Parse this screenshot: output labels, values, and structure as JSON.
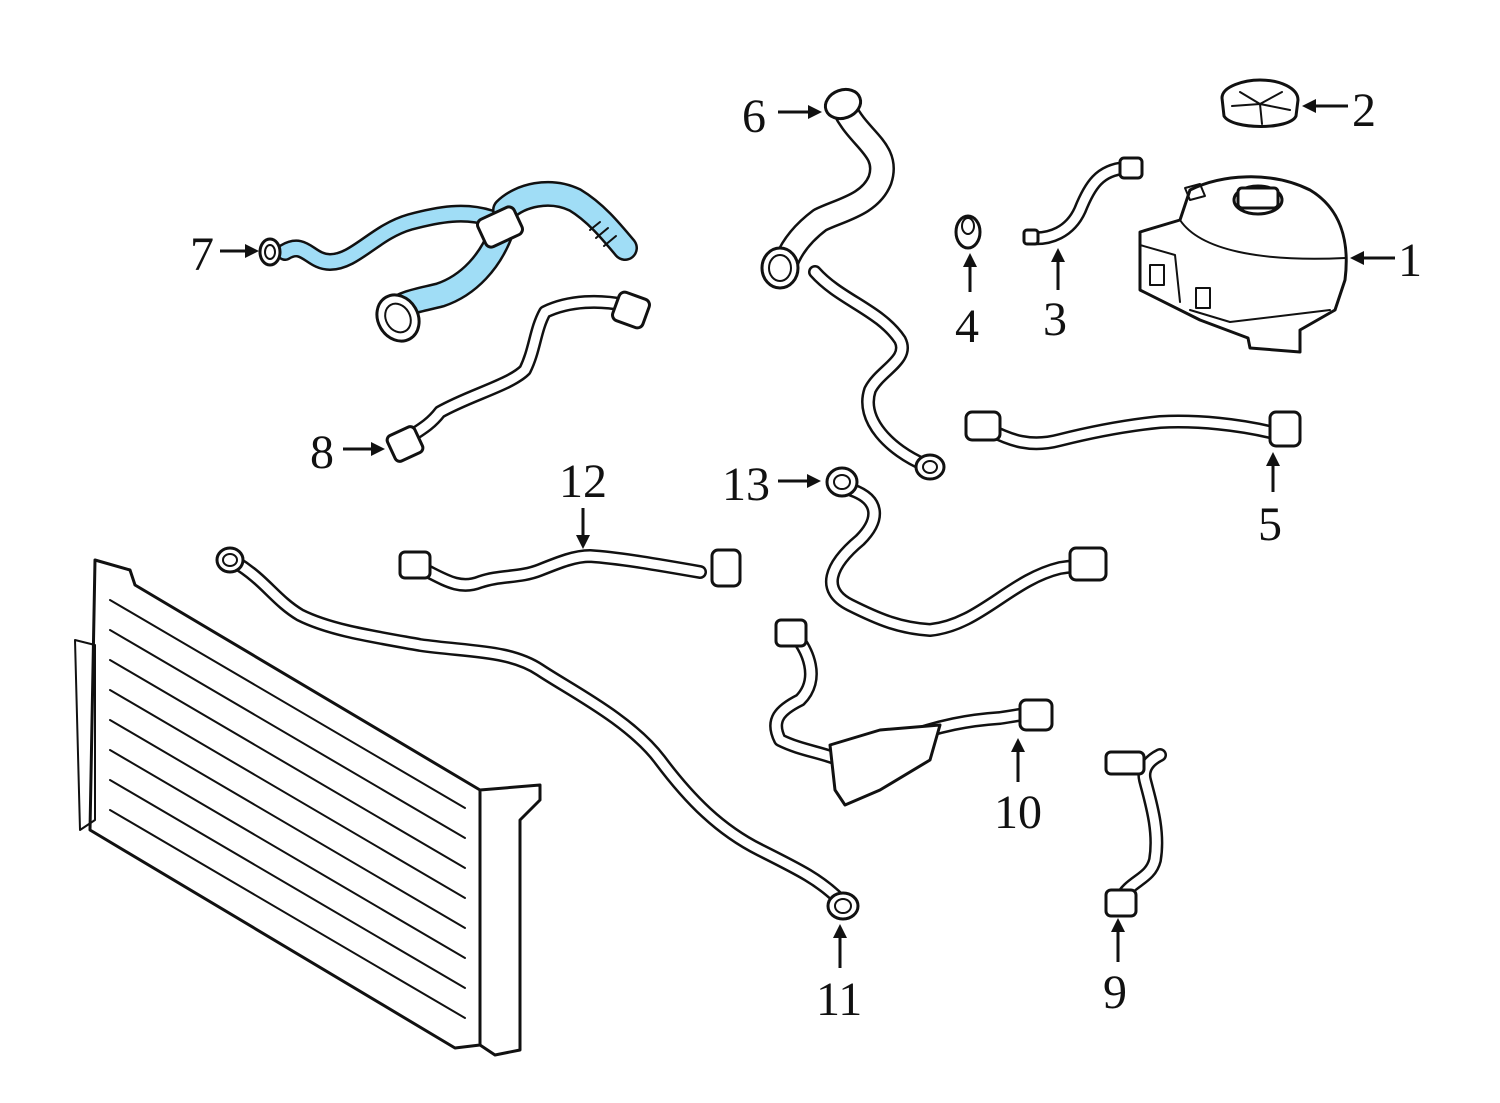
{
  "diagram": {
    "highlight_color": "#a0ddf6",
    "line_color": "#111111",
    "callouts": [
      {
        "id": "1",
        "label": "1"
      },
      {
        "id": "2",
        "label": "2"
      },
      {
        "id": "3",
        "label": "3"
      },
      {
        "id": "4",
        "label": "4"
      },
      {
        "id": "5",
        "label": "5"
      },
      {
        "id": "6",
        "label": "6"
      },
      {
        "id": "7",
        "label": "7"
      },
      {
        "id": "8",
        "label": "8"
      },
      {
        "id": "9",
        "label": "9"
      },
      {
        "id": "10",
        "label": "10"
      },
      {
        "id": "11",
        "label": "11"
      },
      {
        "id": "12",
        "label": "12"
      },
      {
        "id": "13",
        "label": "13"
      }
    ],
    "highlighted_part": "7"
  }
}
